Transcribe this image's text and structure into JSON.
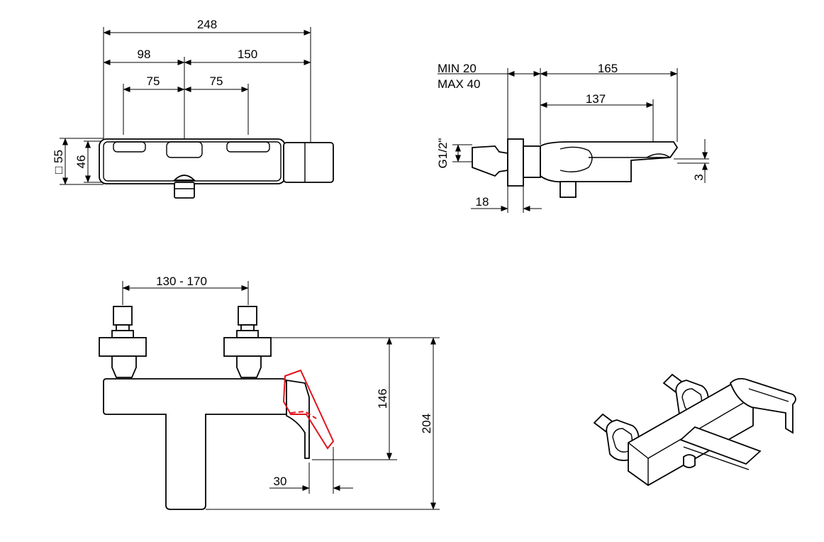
{
  "top_view": {
    "overall_width": "248",
    "left_segment": "98",
    "right_segment": "150",
    "left_spacing": "75",
    "right_spacing": "75",
    "square_label": "□ 55",
    "height": "46"
  },
  "side_view": {
    "min_label": "MIN 20",
    "max_label": "MAX 40",
    "length_outer": "165",
    "length_inner": "137",
    "thread_label": "G1/2\"",
    "spout_gap": "3",
    "nut_width": "18"
  },
  "front_view": {
    "inlet_spacing": "130 - 170",
    "spout_height": "146",
    "overall_height": "204",
    "spout_offset": "30"
  }
}
